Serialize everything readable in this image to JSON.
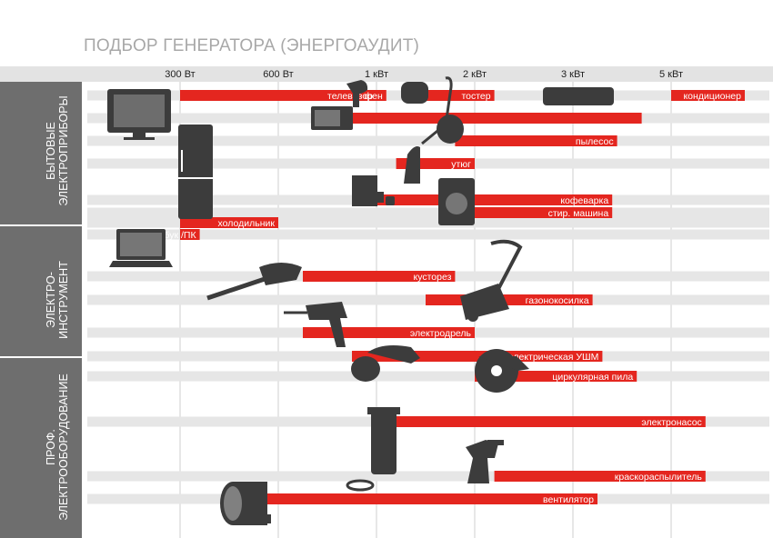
{
  "page": {
    "title": "ПОДБОР ГЕНЕРАТОРА (ЭНЕРГОАУДИТ)",
    "groups": [
      {
        "lines": [
          "БЫТОВЫЕ",
          "ЭЛЕКТРОПРИБОРЫ"
        ]
      },
      {
        "lines": [
          "ЭЛЕКТРО-",
          "ИНСТРУМЕНТ"
        ]
      },
      {
        "lines": [
          "ПРОФ.",
          "ЭЛЕКТРООБОРУДОВАНИЕ"
        ]
      }
    ]
  },
  "colors": {
    "bar": "#e4261f",
    "track": "#e6e6e6",
    "axis_band": "#e3e3e3",
    "sidebar": "#6e6e6e",
    "grid": "#cfcfcf",
    "icon": "#3c3c3c"
  },
  "chart_data": {
    "type": "bar",
    "orientation": "horizontal",
    "title": "ПОДБОР ГЕНЕРАТОРА (ЭНЕРГОАУДИТ)",
    "x_unit": "W",
    "x_ticks": [
      {
        "label": "300 Вт",
        "value": 300
      },
      {
        "label": "600 Вт",
        "value": 600
      },
      {
        "label": "1 кВт",
        "value": 1000
      },
      {
        "label": "2 кВт",
        "value": 2000
      },
      {
        "label": "3 кВт",
        "value": 3000
      },
      {
        "label": "5 кВт",
        "value": 5000
      }
    ],
    "grid": true,
    "series": [
      {
        "label": "телевизор",
        "group": 0,
        "start": 300,
        "end": 1000,
        "icon": "tv-icon"
      },
      {
        "label": "фен",
        "group": 0,
        "start": 1000,
        "end": 1100,
        "icon": "hair-dryer-icon"
      },
      {
        "label": "тостер",
        "group": 0,
        "start": 1500,
        "end": 2200,
        "icon": "toaster-icon"
      },
      {
        "label": "кондиционер",
        "group": 0,
        "start": 5000,
        "end": 6500,
        "icon": "air-conditioner-icon"
      },
      {
        "label": "",
        "group": 0,
        "start": 900,
        "end": 4400,
        "icon": "microwave-icon"
      },
      {
        "label": "пылесос",
        "group": 0,
        "start": 1800,
        "end": 3900
      },
      {
        "label": "утюг",
        "group": 0,
        "start": 1200,
        "end": 2000,
        "icon": "iron-icon"
      },
      {
        "label": "кофеварка",
        "group": 0,
        "start": 1000,
        "end": 3800,
        "icon": "coffee-maker-icon"
      },
      {
        "label": "холодильник",
        "group": 0,
        "start": 300,
        "end": 600,
        "icon": "fridge-icon"
      },
      {
        "label": "стир. машина",
        "group": 0,
        "start": 2000,
        "end": 3800,
        "icon": "washing-machine-icon"
      },
      {
        "label": "ноутбук /ПК",
        "group": 0,
        "start": 300,
        "end": 360,
        "icon": "laptop-icon"
      },
      {
        "label": "кусторез",
        "group": 1,
        "start": 700,
        "end": 1800,
        "icon": "hedge-trimmer-icon"
      },
      {
        "label": "газонокосилка",
        "group": 1,
        "start": 1500,
        "end": 3400,
        "icon": "lawn-mower-icon"
      },
      {
        "label": "электродрель",
        "group": 1,
        "start": 700,
        "end": 2000,
        "icon": "drill-icon"
      },
      {
        "label": "электрическая УШМ",
        "group": 1,
        "start": 900,
        "end": 3600,
        "icon": "angle-grinder-icon"
      },
      {
        "label": "циркулярная пила",
        "group": 1,
        "start": 2000,
        "end": 4300,
        "icon": "circular-saw-icon"
      },
      {
        "label": "электронасос",
        "group": 2,
        "start": 1200,
        "end": 5700,
        "icon": "water-pump-icon"
      },
      {
        "label": "краскораспылитель",
        "group": 2,
        "start": 2200,
        "end": 5700,
        "icon": "paint-sprayer-icon"
      },
      {
        "label": "вентилятор",
        "group": 2,
        "start": 500,
        "end": 3500,
        "icon": "duct-fan-icon"
      }
    ]
  }
}
